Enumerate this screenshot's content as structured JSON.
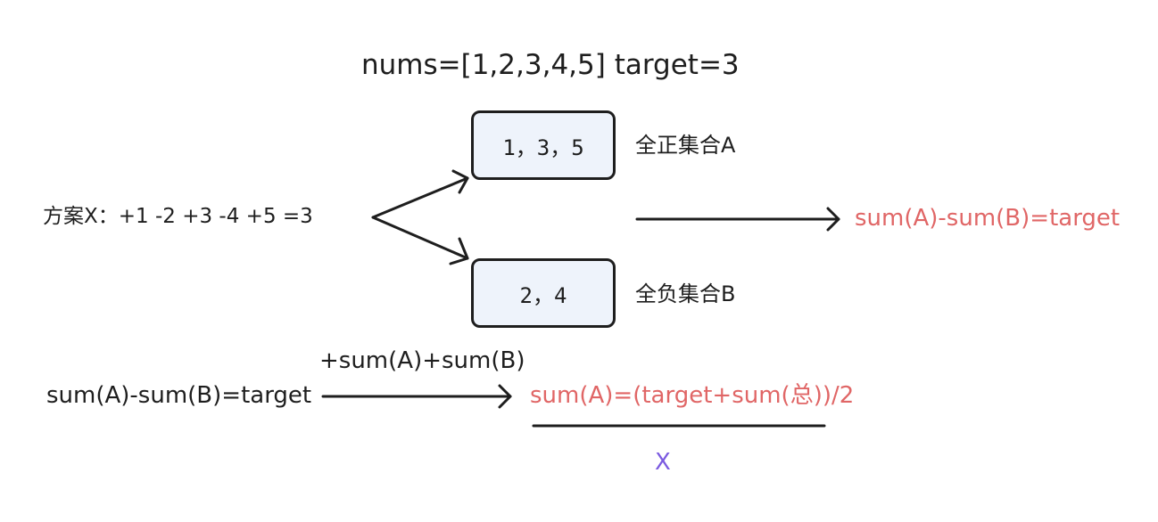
{
  "title": "nums=[1,2,3,4,5]  target=3",
  "scheme": "方案X：+1  -2  +3  -4  +5  =3",
  "set_a": {
    "content": "1，3，5",
    "label": "全正集合A"
  },
  "set_b": {
    "content": "2，4",
    "label": "全负集合B"
  },
  "result_equation": "sum(A)-sum(B)=target",
  "derivation": {
    "left": "sum(A)-sum(B)=target",
    "operation": "+sum(A)+sum(B)",
    "right": "sum(A)=(target+sum(总))/2",
    "variable": "X"
  },
  "colors": {
    "result": "#e06666",
    "variable": "#7b5ae0",
    "box_fill": "#eef3fb",
    "stroke": "#1e1e1e"
  }
}
